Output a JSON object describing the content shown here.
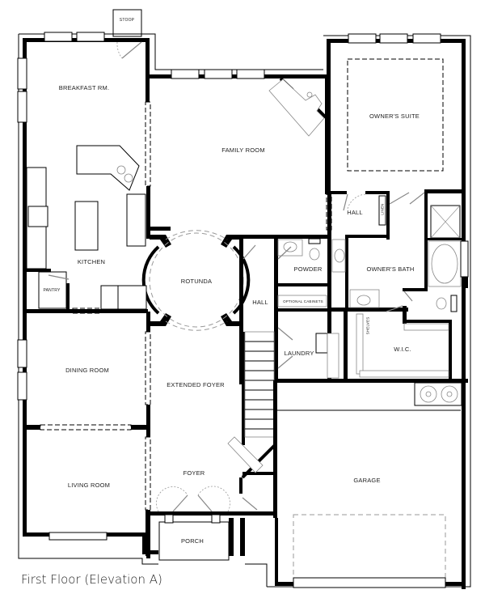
{
  "caption": "First Floor (Elevation A)",
  "colors": {
    "wall": "#000000",
    "background": "#ffffff",
    "label": "#222222",
    "fixture": "#888888"
  },
  "rooms": {
    "stoop": "STOOP",
    "breakfast": "BREAKFAST RM.",
    "family": "FAMILY ROOM",
    "owners_suite": "OWNER'S SUITE",
    "hall_owner": "HALL",
    "linen": "LINEN",
    "kitchen": "KITCHEN",
    "pantry": "PANTRY",
    "rotunda": "ROTUNDA",
    "powder": "POWDER",
    "hall_center": "HALL",
    "optional_cabinets": "OPTIONAL CABINETS",
    "owners_bath": "OWNER'S BATH",
    "shelves": "SHELVES",
    "wic": "W.I.C.",
    "laundry": "LAUNDRY",
    "dining": "DINING ROOM",
    "extended_foyer": "EXTENDED FOYER",
    "garage": "GARAGE",
    "foyer": "FOYER",
    "living": "LIVING ROOM",
    "porch": "PORCH"
  }
}
